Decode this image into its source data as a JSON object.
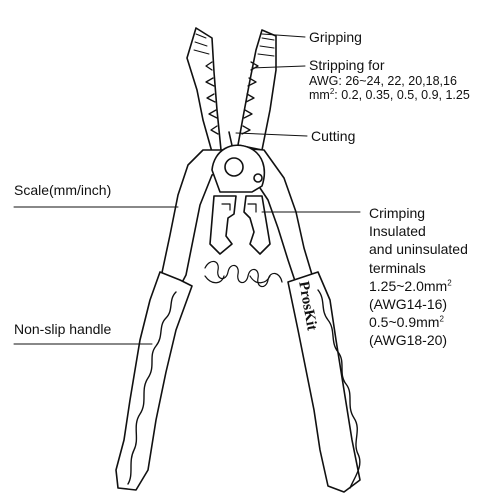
{
  "brand": {
    "logo_text": "ProsKit"
  },
  "labels": {
    "gripping": "Gripping",
    "stripping": {
      "line1": "Stripping for",
      "line2": "AWG: 26~24, 22, 20,18,16",
      "line3_prefix": "mm",
      "line3_sup": "2",
      "line3_suffix": ": 0.2, 0.35, 0.5, 0.9, 1.25"
    },
    "cutting": "Cutting",
    "scale": "Scale(mm/inch)",
    "non_slip_handle": "Non-slip handle",
    "crimping": {
      "line1": "Crimping",
      "line2": "Insulated",
      "line3": "and uninsulated",
      "line4": "terminals",
      "line5_prefix": "1.25~2.0mm",
      "line5_sup": "2",
      "line6": "(AWG14-16)",
      "line7_prefix": "0.5~0.9mm",
      "line7_sup": "2",
      "line8": "(AWG18-20)"
    }
  },
  "colors": {
    "outline": "#111111",
    "background": "#ffffff",
    "jaw_fill": "#ffffff",
    "handle_fill": "#ffffff"
  }
}
